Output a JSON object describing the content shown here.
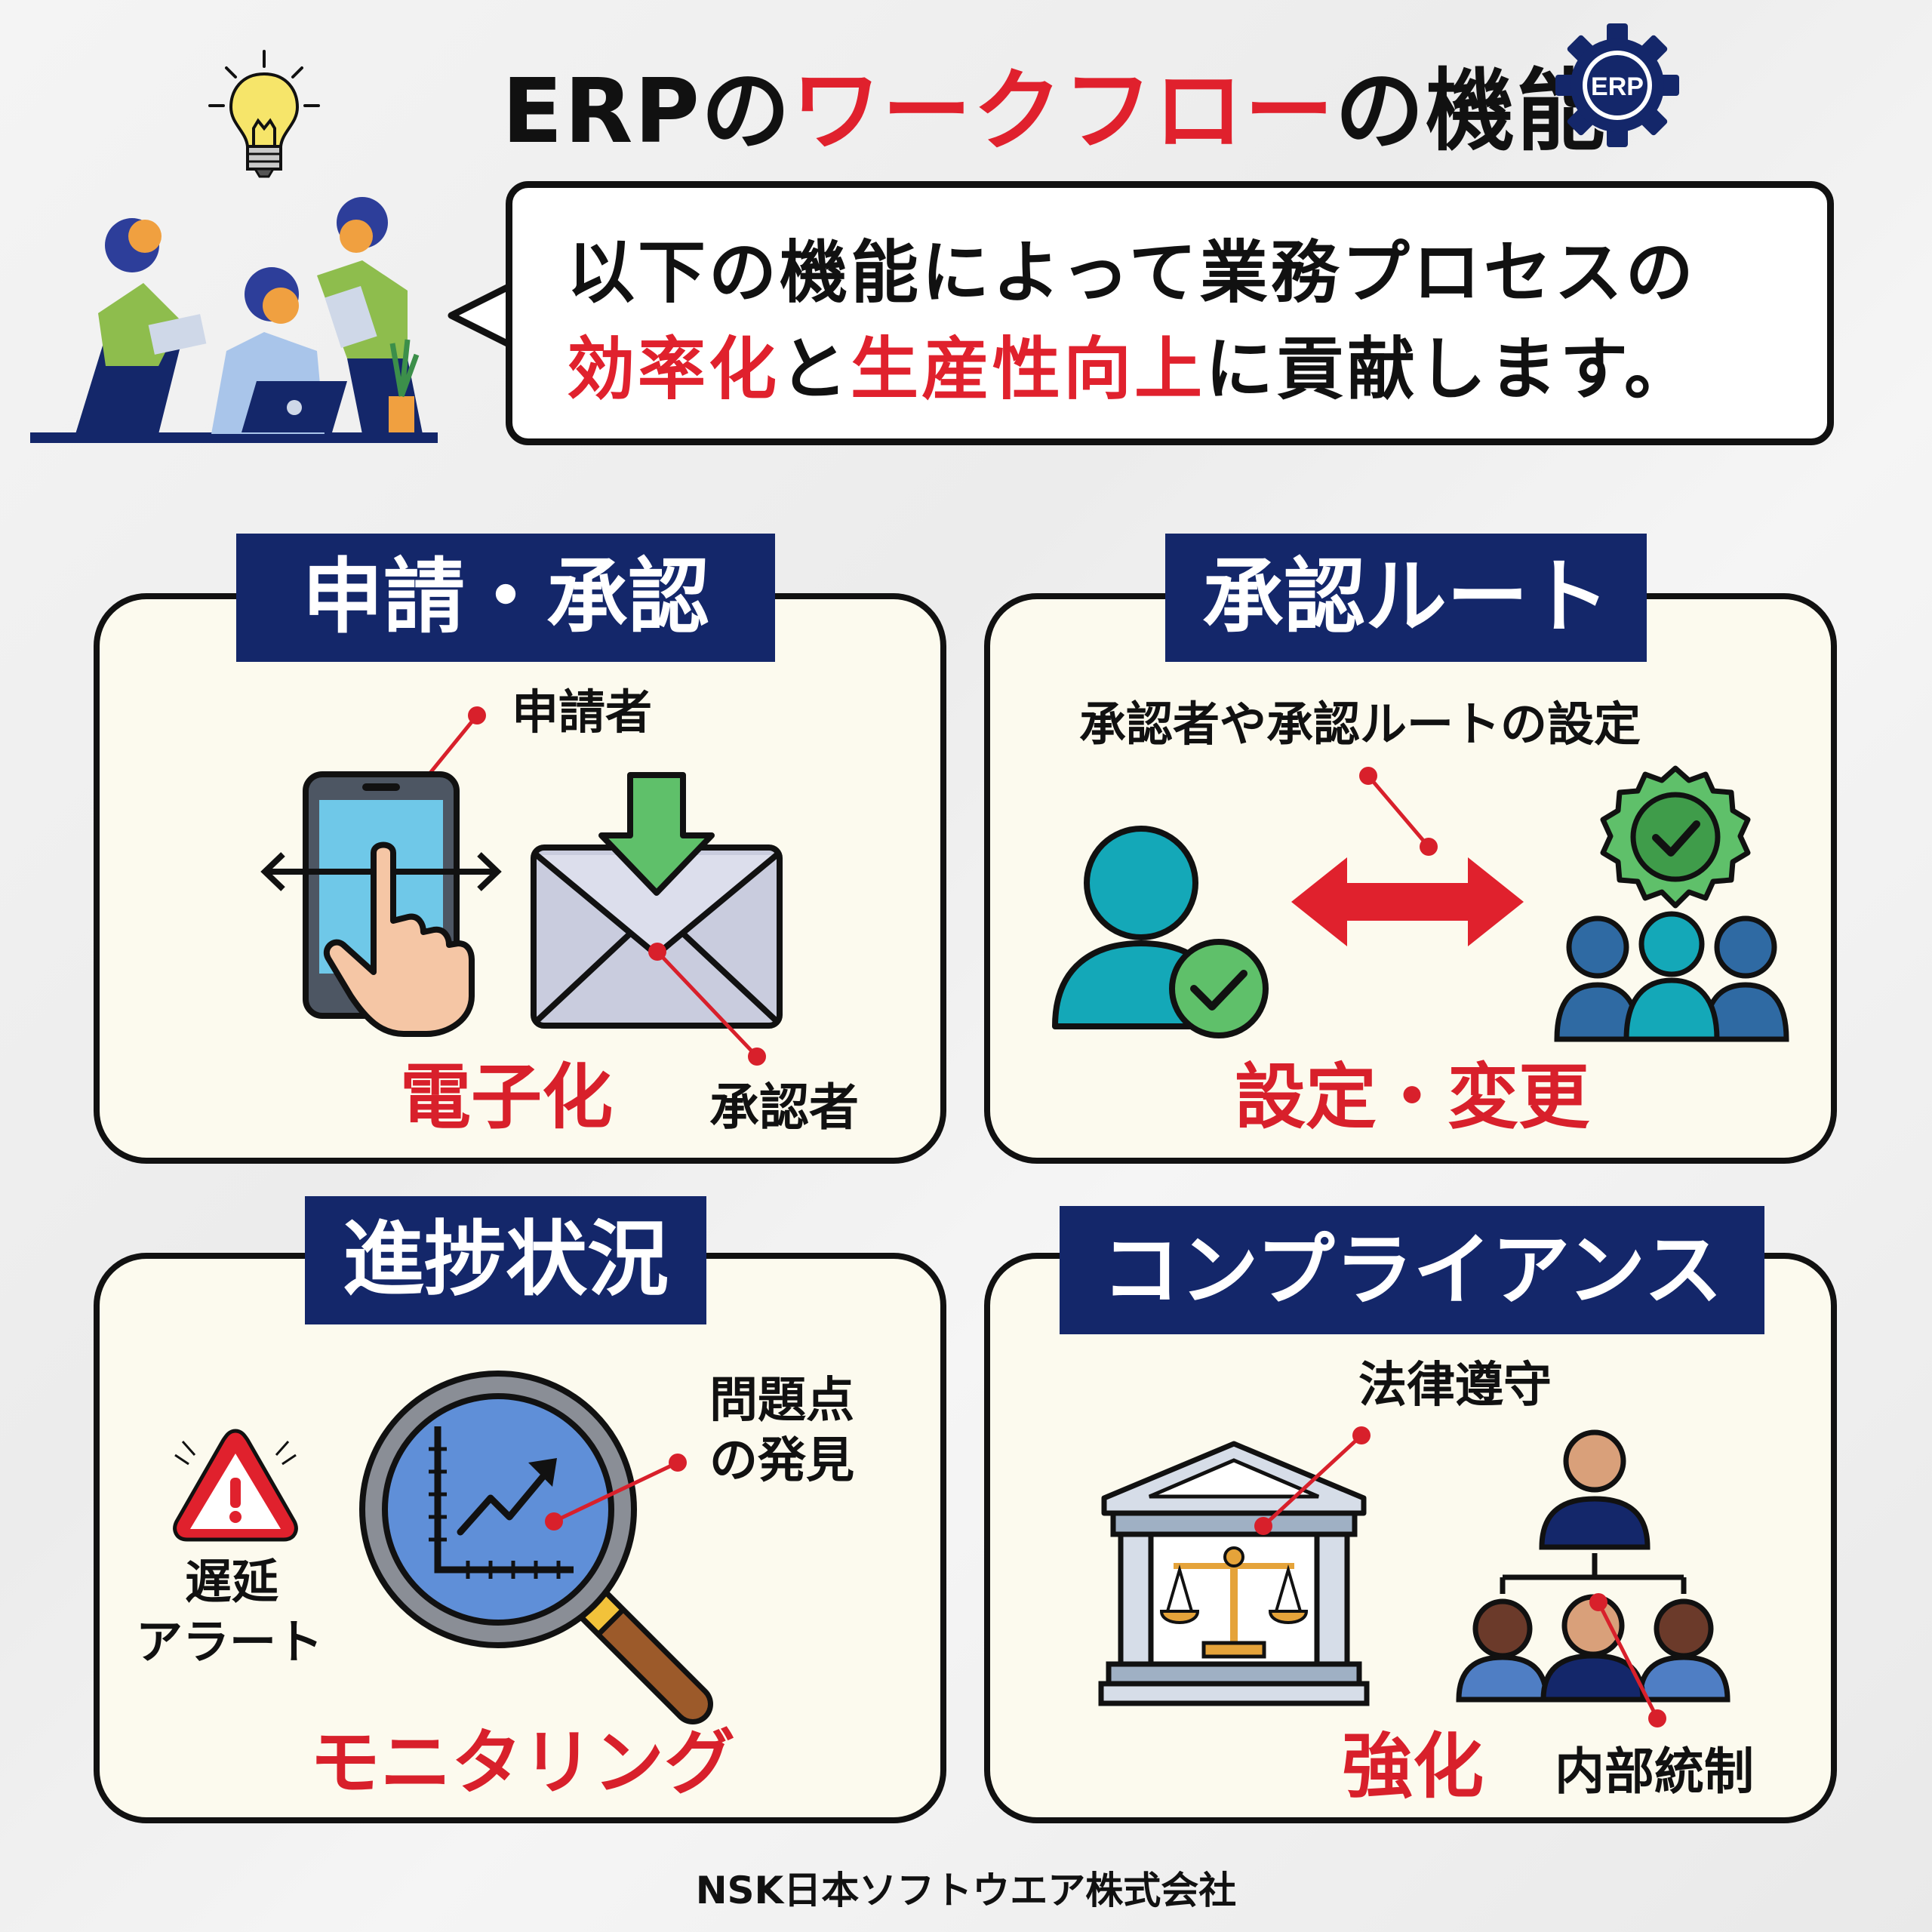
{
  "title": {
    "part1": "ERPの",
    "part2": "ワークフロー",
    "part3": "の機能",
    "badge": "ERP"
  },
  "bubble": {
    "line1": "以下の機能によって業務プロセスの",
    "line2_a": "効率化",
    "line2_b": "と",
    "line2_c": "生産性向上",
    "line2_d": "に貢献します。"
  },
  "panels": [
    {
      "title": "申請・承認",
      "labels": {
        "applicant": "申請者",
        "approver": "承認者"
      },
      "highlight": "電子化"
    },
    {
      "title": "承認ルート",
      "labels": {
        "setting": "承認者や承認ルートの設定"
      },
      "highlight": "設定・変更"
    },
    {
      "title": "進捗状況",
      "labels": {
        "problem_1": "問題点",
        "problem_2": "の発見",
        "delay_1": "遅延",
        "delay_2": "アラート"
      },
      "highlight": "モニタリング"
    },
    {
      "title": "コンプライアンス",
      "labels": {
        "law": "法律遵守",
        "internal": "内部統制"
      },
      "highlight": "強化"
    }
  ],
  "footer": "NSK日本ソフトウエア株式会社",
  "colors": {
    "navy": "#14276a",
    "red": "#e0212d",
    "panel_bg": "#fcfaee"
  }
}
